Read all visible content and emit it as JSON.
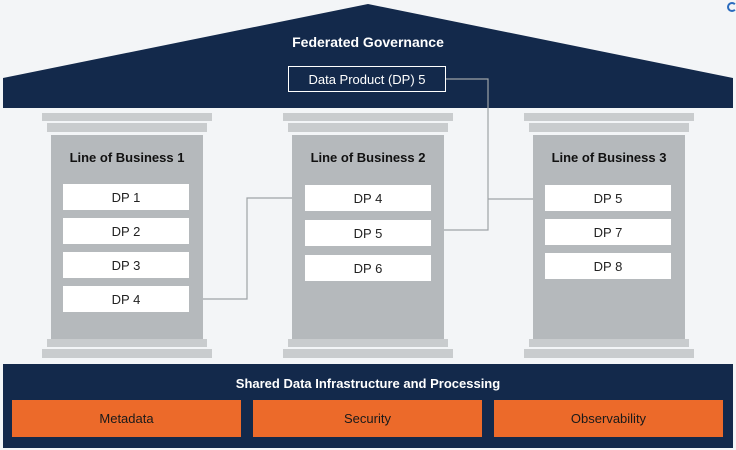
{
  "roof": {
    "title": "Federated Governance",
    "product": "Data Product (DP) 5"
  },
  "pillars": [
    {
      "title": "Line of Business 1",
      "items": [
        "DP 1",
        "DP 2",
        "DP 3",
        "DP 4"
      ]
    },
    {
      "title": "Line of Business 2",
      "items": [
        "DP 4",
        "DP 5",
        "DP 6"
      ]
    },
    {
      "title": "Line of Business 3",
      "items": [
        "DP 5",
        "DP 7",
        "DP 8"
      ]
    }
  ],
  "foundation": {
    "title": "Shared Data Infrastructure and Processing",
    "services": [
      "Metadata",
      "Security",
      "Observability"
    ]
  },
  "colors": {
    "navy": "#13294b",
    "orange": "#ec6a2a",
    "pillar": "#b5b9bc",
    "cap": "#c9ccce"
  }
}
